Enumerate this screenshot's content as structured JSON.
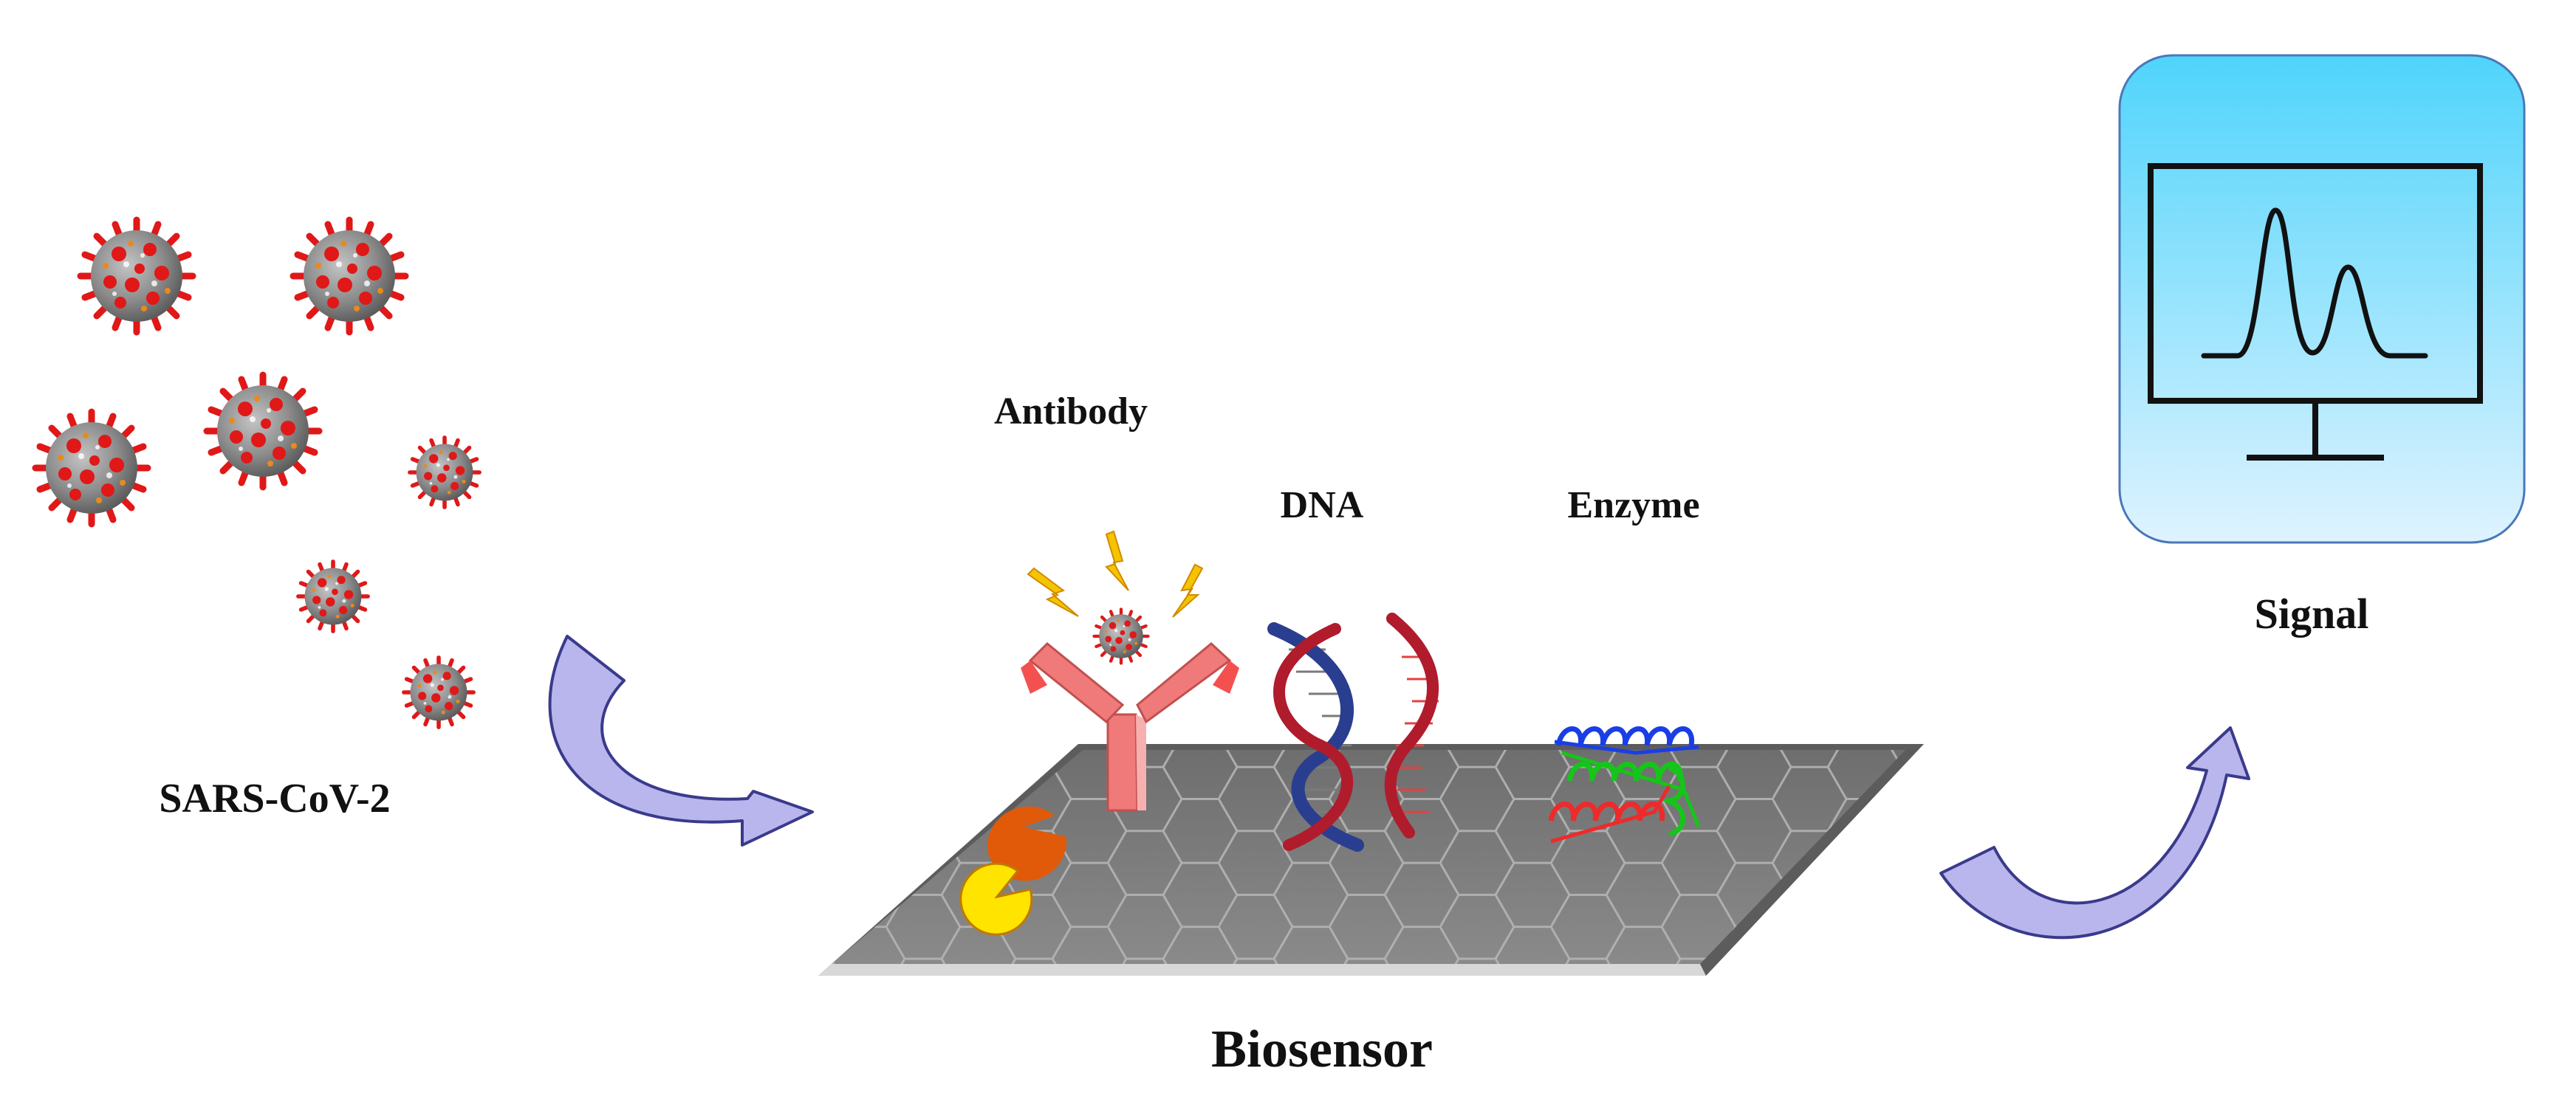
{
  "labels": {
    "virus": "SARS-CoV-2",
    "sensor": "Biosensor",
    "antibody": "Antibody",
    "dna": "DNA",
    "enzyme": "Enzyme",
    "signal": "Signal"
  },
  "colors": {
    "virus_body": "#8c8c8c",
    "virus_spike": "#e01818",
    "arrow_fill": "#b8b6ec",
    "arrow_stroke": "#3a3a8c",
    "platform": "#7a7a7a",
    "antibody": "#f07a7a",
    "lightning": "#f5c400",
    "dna_strand_a": "#2a3e90",
    "dna_strand_b": "#b01c2c",
    "enzyme_blue": "#1a3ee6",
    "enzyme_green": "#16c51a",
    "enzyme_red": "#ee2a2a",
    "monitor_top": "#4fd4fb",
    "monitor_bottom": "#dff3ff"
  },
  "icons": {
    "virus": "coronavirus-particle-icon",
    "monitor": "monitor-signal-icon",
    "antibody": "y-shaped-antibody-icon"
  }
}
